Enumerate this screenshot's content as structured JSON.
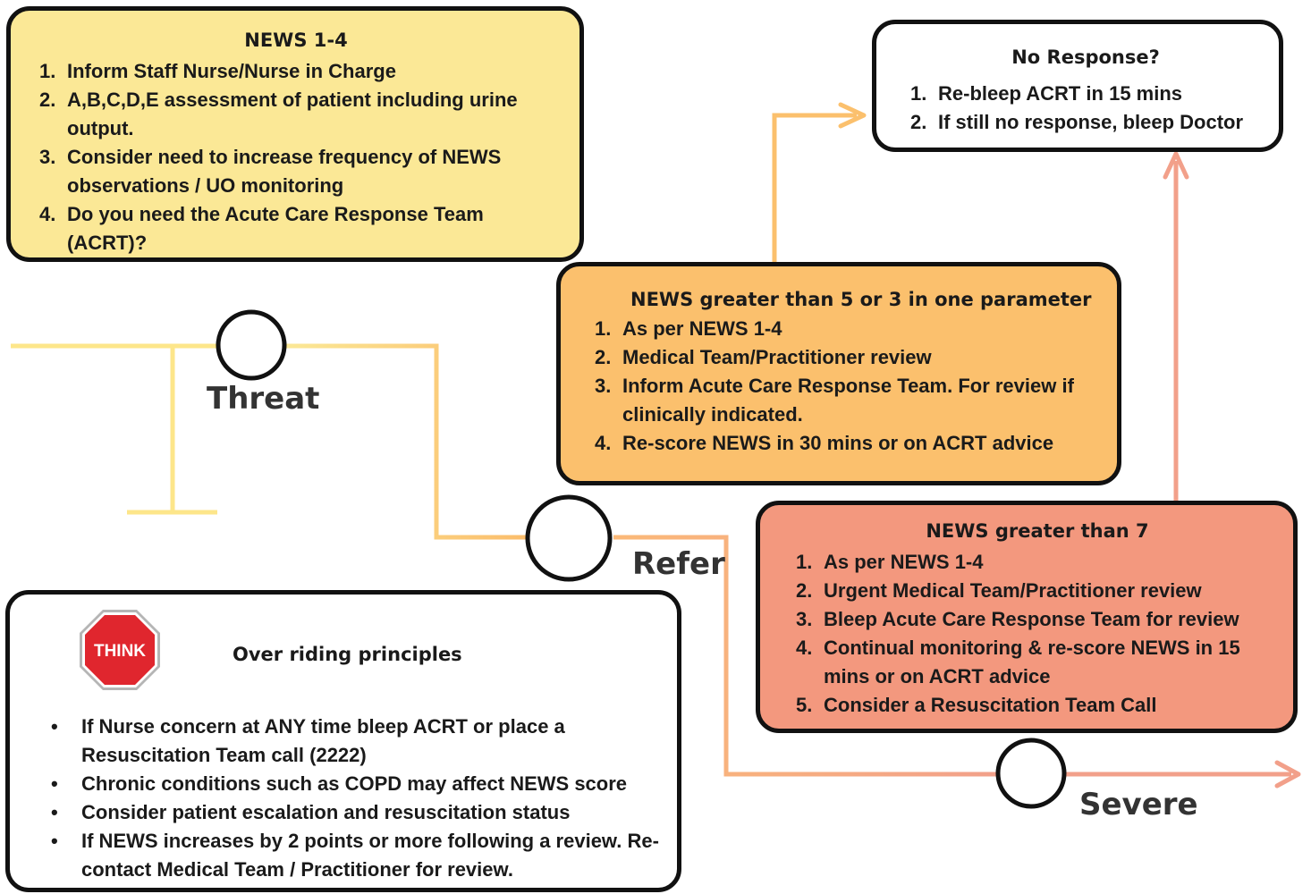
{
  "news_1_4": {
    "title": "NEWS 1-4",
    "items": [
      "Inform Staff Nurse/Nurse in Charge",
      "A,B,C,D,E assessment of patient including urine output.",
      "Consider need to increase frequency of NEWS observations / UO monitoring",
      "Do you need the Acute Care Response Team (ACRT)?"
    ],
    "color": "#fbe896"
  },
  "no_response": {
    "title": "No Response?",
    "items": [
      "Re-bleep ACRT in 15 mins",
      "If still no response, bleep Doctor"
    ],
    "color": "#ffffff"
  },
  "news_5": {
    "title": "NEWS greater than 5 or 3 in one parameter",
    "items": [
      "As per NEWS 1-4",
      "Medical Team/Practitioner review",
      "Inform Acute Care Response Team. For review if clinically indicated.",
      "Re-score NEWS in 30 mins or on ACRT advice"
    ],
    "color": "#fbc06d"
  },
  "news_7": {
    "title": "NEWS greater than 7",
    "items": [
      "As per NEWS 1-4",
      "Urgent Medical Team/Practitioner review",
      "Bleep Acute Care Response Team for review",
      "Continual monitoring & re-score  NEWS in 15 mins or on ACRT advice",
      "Consider a Resuscitation Team Call"
    ],
    "color": "#f3987e"
  },
  "principles": {
    "stop_sign_text": "THINK",
    "title": "Over riding principles",
    "items": [
      "If Nurse concern at ANY time bleep ACRT or place a Resuscitation Team call (2222)",
      "Chronic conditions such as COPD may affect NEWS score",
      "Consider patient escalation and resuscitation status",
      "If NEWS increases by 2 points or more following a review. Re-contact Medical Team / Practitioner for review."
    ]
  },
  "stages": {
    "threat": "Threat",
    "refer": "Refer",
    "severe": "Severe"
  },
  "colors": {
    "threat_line": "#fde68a",
    "refer_line": "#fbbf6b",
    "severe_line": "#f2a08a",
    "stop_sign": "#e0262e"
  }
}
